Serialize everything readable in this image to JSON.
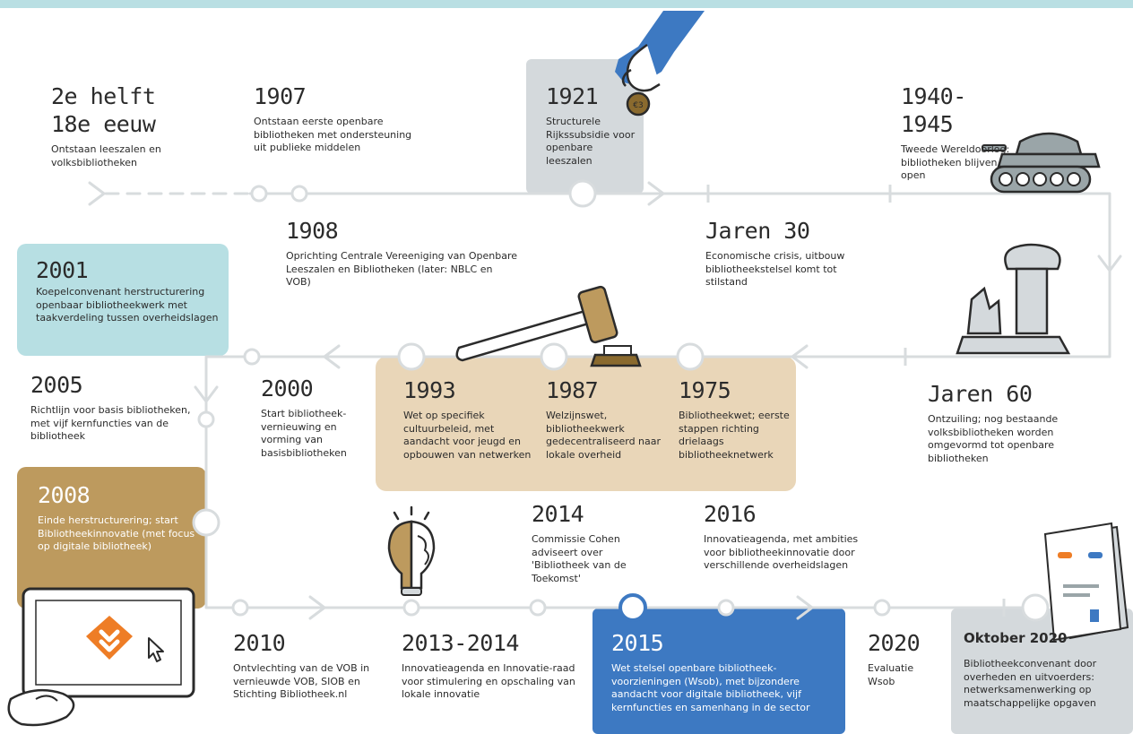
{
  "colors": {
    "top_band": "#b9dfe3",
    "line": "#d8dcde",
    "highlight_gray": "#d4d9dc",
    "highlight_teal": "#b7dfe3",
    "highlight_tan": "#e9d6b8",
    "highlight_brown": "#bd9a5e",
    "highlight_blue": "#3d79c2",
    "accent_orange": "#ee7d26"
  },
  "events": [
    {
      "year": "2e helft\n18e eeuw",
      "text": "Ontstaan leeszalen en volksbibliotheken"
    },
    {
      "year": "1907",
      "text": "Ontstaan eerste openbare bibliotheken met ondersteuning uit publieke middelen"
    },
    {
      "year": "1921",
      "text": "Structurele Rijkssubsidie voor openbare leeszalen"
    },
    {
      "year": "1940-1945",
      "text": "Tweede Wereldoorlog: bibliotheken blijven open"
    },
    {
      "year": "1908",
      "text": "Oprichting Centrale Vereeniging van Openbare Leeszalen en Bibliotheken (later: NBLC en VOB)"
    },
    {
      "year": "Jaren 30",
      "text": "Economische crisis, uitbouw bibliotheekstelsel komt tot stilstand"
    },
    {
      "year": "2001",
      "text": "Koepelconvenant herstructurering openbaar bibliotheekwerk met taakverdeling tussen overheidslagen"
    },
    {
      "year": "2005",
      "text": "Richtlijn voor basis bibliotheken, met vijf kernfuncties van de bibliotheek"
    },
    {
      "year": "2000",
      "text": "Start bibliotheek-vernieuwing en vorming van basisbibliotheken"
    },
    {
      "year": "1993",
      "text": "Wet op specifiek cultuurbeleid, met aandacht voor jeugd en opbouwen van netwerken"
    },
    {
      "year": "1987",
      "text": "Welzijnswet, bibliotheekwerk gedecentraliseerd naar lokale overheid"
    },
    {
      "year": "1975",
      "text": "Bibliotheekwet; eerste stappen richting drielaags bibliotheeknetwerk"
    },
    {
      "year": "Jaren 60",
      "text": "Ontzuiling; nog bestaande volksbibliotheken worden omgevormd tot openbare bibliotheken"
    },
    {
      "year": "2008",
      "text": "Einde herstructurering; start Bibliotheekinnovatie (met focus op digitale bibliotheek)"
    },
    {
      "year": "2014",
      "text": "Commissie Cohen adviseert over 'Bibliotheek van de Toekomst'"
    },
    {
      "year": "2016",
      "text": "Innovatieagenda, met ambities voor bibliotheekinnovatie door verschillende overheidslagen"
    },
    {
      "year": "2010",
      "text": "Ontvlechting van de VOB in vernieuwde VOB, SIOB en Stichting Bibliotheek.nl"
    },
    {
      "year": "2013-2014",
      "text": "Innovatieagenda en Innovatie-raad voor stimulering en opschaling van lokale innovatie"
    },
    {
      "year": "2015",
      "text": "Wet stelsel openbare bibliotheek-voorzieningen (Wsob), met bijzondere aandacht voor digitale bibliotheek, vijf kernfuncties en samenhang in de sector"
    },
    {
      "year": "2020",
      "text": "Evaluatie Wsob"
    },
    {
      "year": "Oktober 2020",
      "text": "Bibliotheekconvenant door overheden en uitvoerders: netwerksamenwerking op maatschappelijke opgaven"
    }
  ]
}
